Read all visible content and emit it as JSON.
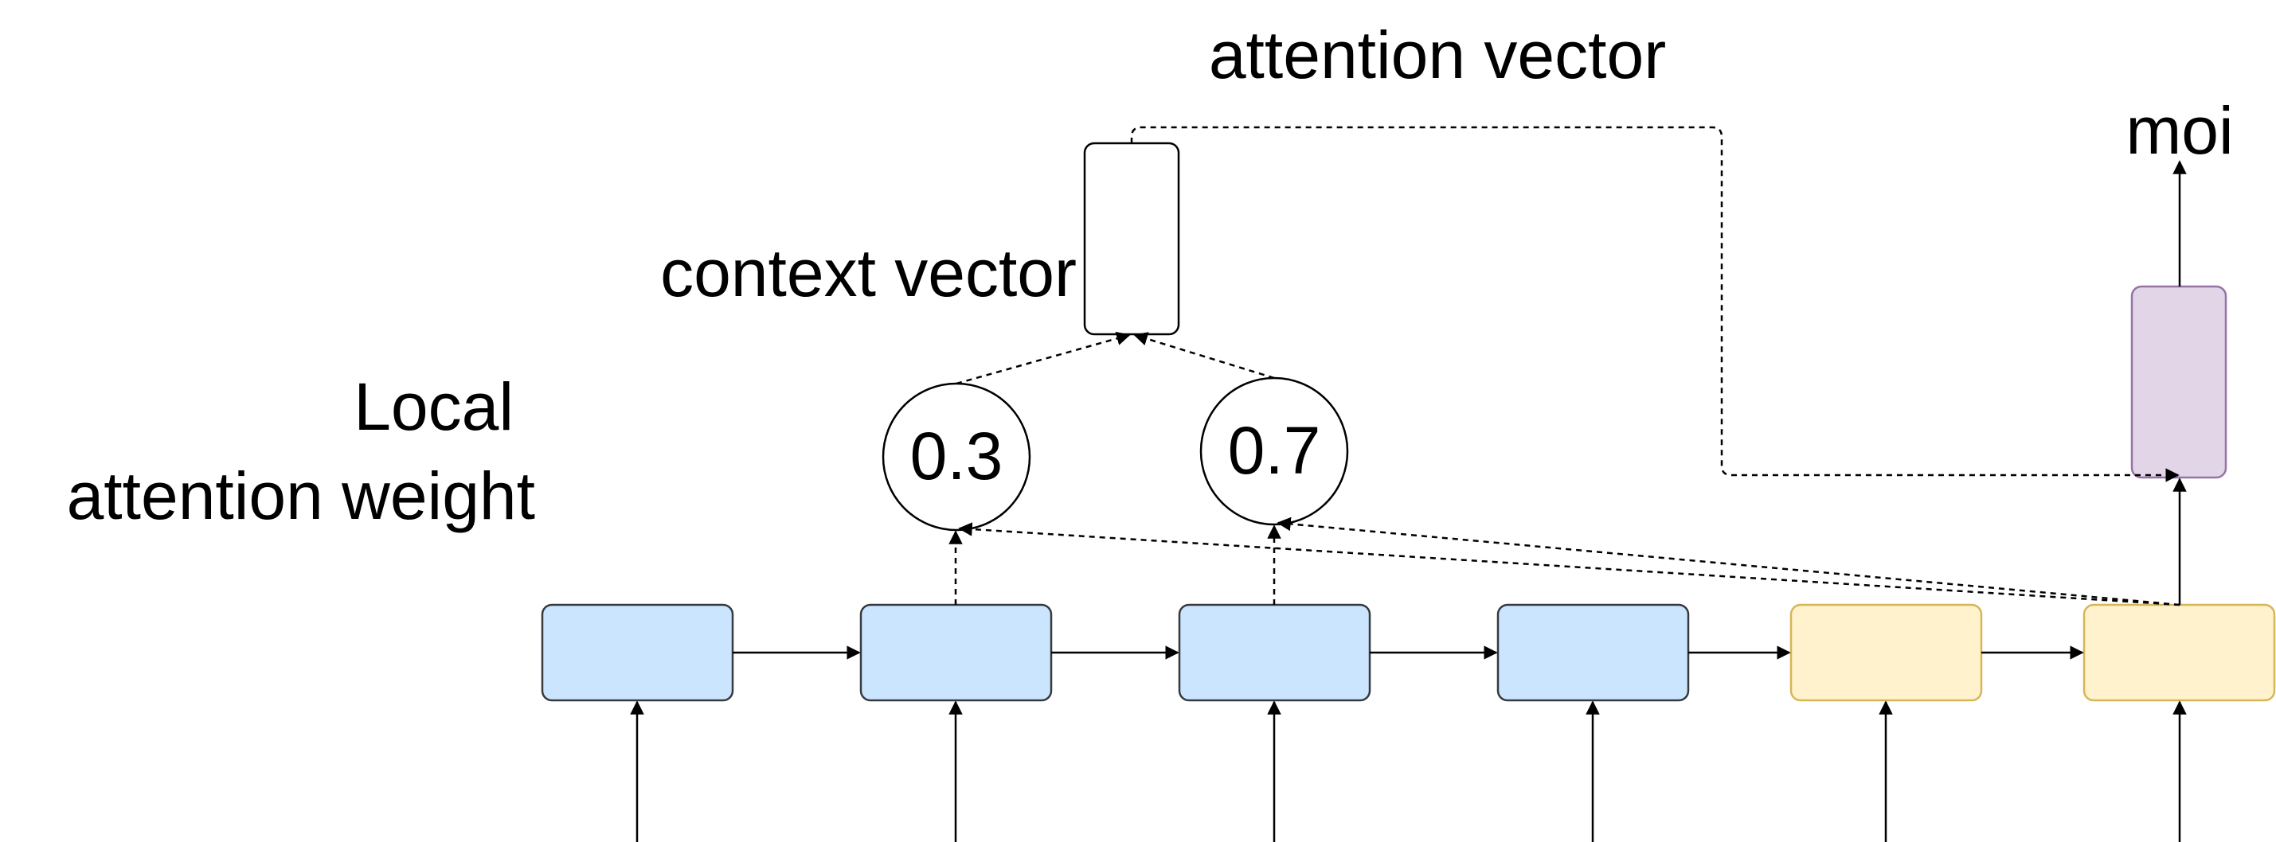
{
  "labels": {
    "attention_vector": "attention vector",
    "output_token": "moi",
    "context_vector": "context vector",
    "local_attention_line1": "Local",
    "local_attention_line2": "attention weight"
  },
  "weights": {
    "w1": "0.3",
    "w2": "0.7"
  },
  "colors": {
    "encoder_fill": "#cce5ff",
    "decoder_fill": "#fff2cc",
    "decoder_stroke": "#d6b656",
    "output_fill": "#e1d5e7",
    "output_stroke": "#9673a6",
    "stroke": "#000000"
  }
}
